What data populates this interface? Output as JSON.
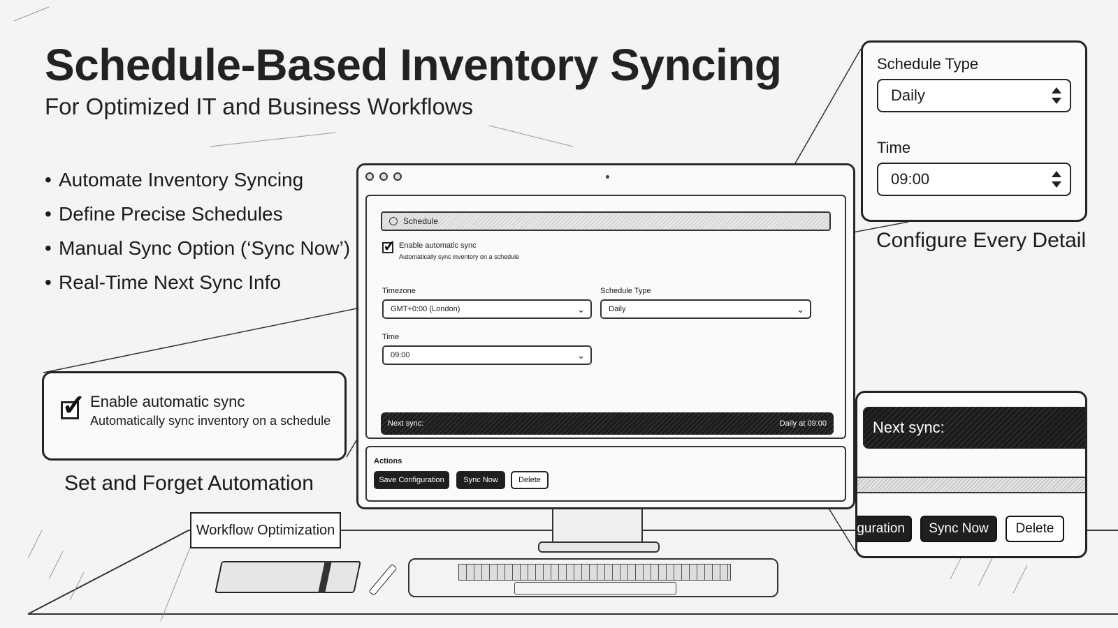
{
  "header": {
    "title": "Schedule-Based Inventory Syncing",
    "subtitle": "For Optimized IT and Business Workflows"
  },
  "bullets": [
    "Automate Inventory Syncing",
    "Define Precise Schedules",
    "Manual Sync Option (‘Sync Now’)",
    "Real-Time Next Sync Info"
  ],
  "screen": {
    "section_title": "Schedule",
    "auto_sync": {
      "checked": true,
      "label": "Enable automatic sync",
      "description": "Automatically sync inventory on a schedule"
    },
    "timezone": {
      "label": "Timezone",
      "value": "GMT+0:00 (London)"
    },
    "schedule_type": {
      "label": "Schedule Type",
      "value": "Daily"
    },
    "time": {
      "label": "Time",
      "value": "09:00"
    },
    "next_sync": {
      "label": "Next sync:",
      "value": "Daily at 09:00"
    },
    "actions": {
      "title": "Actions",
      "save_label": "Save Configuration",
      "sync_label": "Sync Now",
      "delete_label": "Delete"
    }
  },
  "callout_left": {
    "label": "Enable automatic sync",
    "description": "Automatically sync inventory on a schedule",
    "caption": "Set and Forget Automation"
  },
  "zoom_top_right": {
    "schedule_type_label": "Schedule Type",
    "schedule_type_value": "Daily",
    "time_label": "Time",
    "time_value": "09:00",
    "caption": "Configure Every Detail"
  },
  "zoom_bottom_right": {
    "next_sync_label": "Next sync:",
    "save_partial": "guration",
    "sync_label": "Sync Now",
    "delete_label": "Delete"
  },
  "desk": {
    "nameplate": "Workflow Optimization"
  },
  "colors": {
    "ink": "#1a1a1a",
    "paper": "#f4f4f2",
    "dark_button": "#1f1f1f"
  }
}
